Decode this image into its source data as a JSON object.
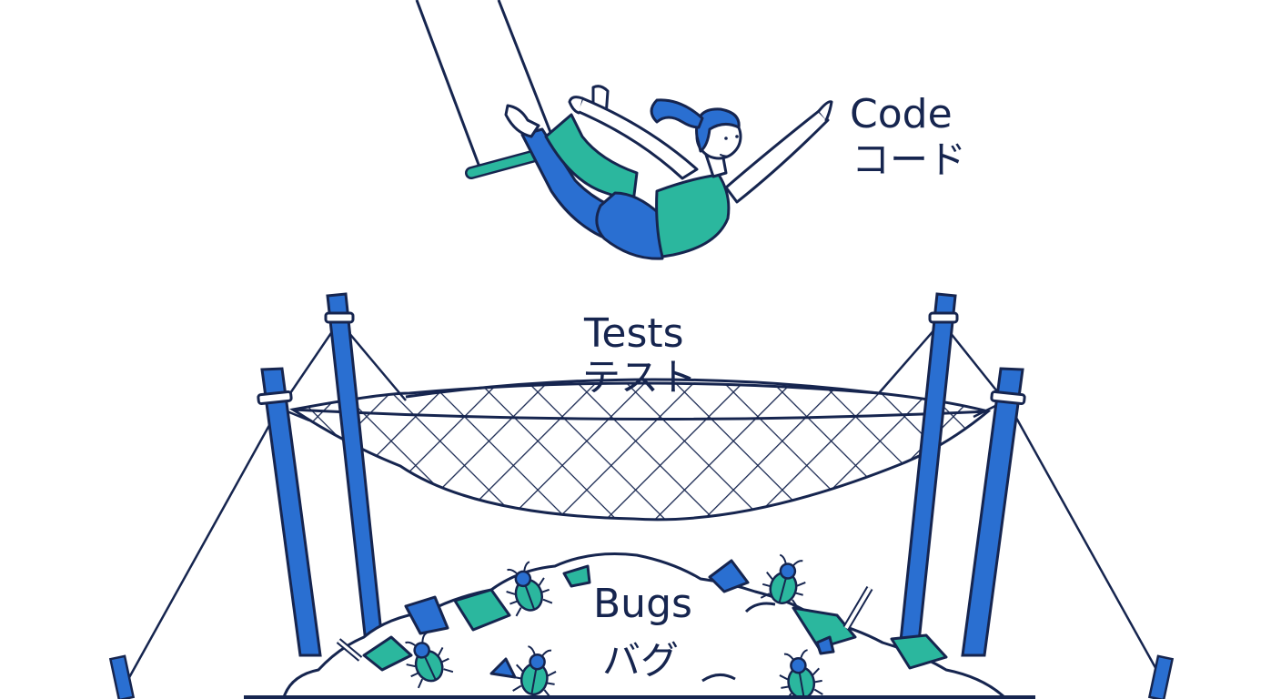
{
  "labels": {
    "code": {
      "en": "Code",
      "ja": "コード"
    },
    "tests": {
      "en": "Tests",
      "ja": "テスト"
    },
    "bugs": {
      "en": "Bugs",
      "ja": "バグ"
    }
  },
  "colors": {
    "ink": "#16254f",
    "blue": "#2a6fd1",
    "teal": "#2bb79e",
    "skin": "#ffffff"
  },
  "icons": [
    "trapeze-icon",
    "acrobat-icon",
    "safety-net-icon",
    "bug-icon",
    "debris-pile-icon"
  ]
}
